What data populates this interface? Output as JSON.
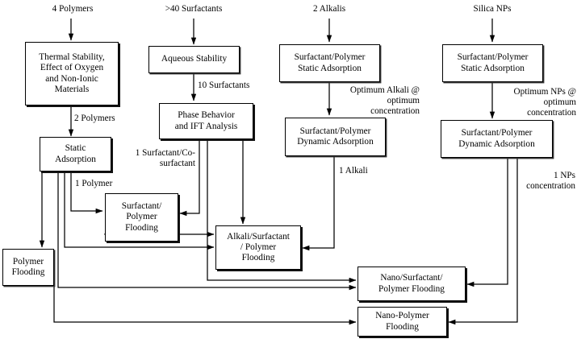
{
  "diagram": {
    "title": "EOR Screening Workflow Flowchart",
    "stroke_color": "#000000",
    "background": "#ffffff",
    "inputs": [
      {
        "id": "in-polymers",
        "text": "4 Polymers"
      },
      {
        "id": "in-surfactants",
        "text": ">40 Surfactants"
      },
      {
        "id": "in-alkalis",
        "text": "2 Alkalis"
      },
      {
        "id": "in-silica",
        "text": "Silica NPs"
      }
    ],
    "nodes": [
      {
        "id": "thermal-stability",
        "text": "Thermal Stability,\nEffect of Oxygen\nand Non-Ionic\nMaterials"
      },
      {
        "id": "static-adsorption",
        "text": "Static\nAdsorption"
      },
      {
        "id": "polymer-flooding",
        "text": "Polymer\nFlooding"
      },
      {
        "id": "aqueous-stability",
        "text": "Aqueous Stability"
      },
      {
        "id": "phase-behavior",
        "text": "Phase Behavior\nand IFT Analysis"
      },
      {
        "id": "surfactant-polymer-flooding",
        "text": "Surfactant/\nPolymer\nFlooding"
      },
      {
        "id": "alkali-surfactant-polymer-flooding",
        "text": "Alkali/Surfactant\n/ Polymer\nFlooding"
      },
      {
        "id": "alkali-static-adsorption",
        "text": "Surfactant/Polymer\nStatic Adsorption"
      },
      {
        "id": "alkali-dynamic-adsorption",
        "text": "Surfactant/Polymer\nDynamic Adsorption"
      },
      {
        "id": "np-static-adsorption",
        "text": "Surfactant/Polymer\nStatic Adsorption"
      },
      {
        "id": "np-dynamic-adsorption",
        "text": "Surfactant/Polymer\nDynamic Adsorption"
      },
      {
        "id": "nano-surfactant-polymer-flooding",
        "text": "Nano/Surfactant/\nPolymer Flooding"
      },
      {
        "id": "nano-polymer-flooding",
        "text": "Nano-Polymer\nFlooding"
      }
    ],
    "edge_labels": [
      {
        "id": "lbl-2-polymers",
        "text": "2 Polymers"
      },
      {
        "id": "lbl-10-surfactants",
        "text": "10 Surfactants"
      },
      {
        "id": "lbl-1-surf-cosurf",
        "text": "1 Surfactant/Co-\nsurfactant"
      },
      {
        "id": "lbl-1-polymer",
        "text": "1 Polymer"
      },
      {
        "id": "lbl-optimum-alkali",
        "text": "Optimum Alkali @\noptimum\nconcentration"
      },
      {
        "id": "lbl-1-alkali",
        "text": "1 Alkali"
      },
      {
        "id": "lbl-optimum-nps",
        "text": "Optimum NPs @\noptimum\nconcentration"
      },
      {
        "id": "lbl-1-nps",
        "text": "1 NPs\nconcentration"
      }
    ]
  }
}
